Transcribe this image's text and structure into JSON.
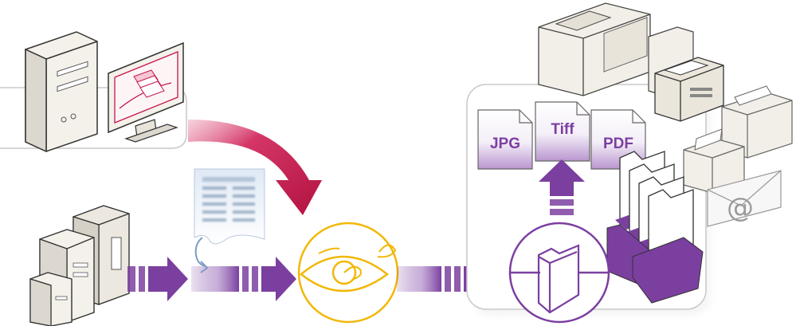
{
  "diagram": {
    "colors": {
      "purple": "#7b3fa0",
      "purple_light": "#d9c6e6",
      "magenta": "#c5164f",
      "gold": "#f2b705",
      "gray_outline": "#555555",
      "panel_border": "#c8c8c8"
    },
    "icons": [
      "workstation-computer",
      "server-rack",
      "scanned-document",
      "eye-capture",
      "folder-process",
      "printer",
      "copier",
      "fax-machine",
      "email-envelope",
      "folder-stack"
    ],
    "output_formats": [
      {
        "label": "JPG"
      },
      {
        "label": "Tiff"
      },
      {
        "label": "PDF"
      }
    ],
    "email_symbol": "@"
  }
}
